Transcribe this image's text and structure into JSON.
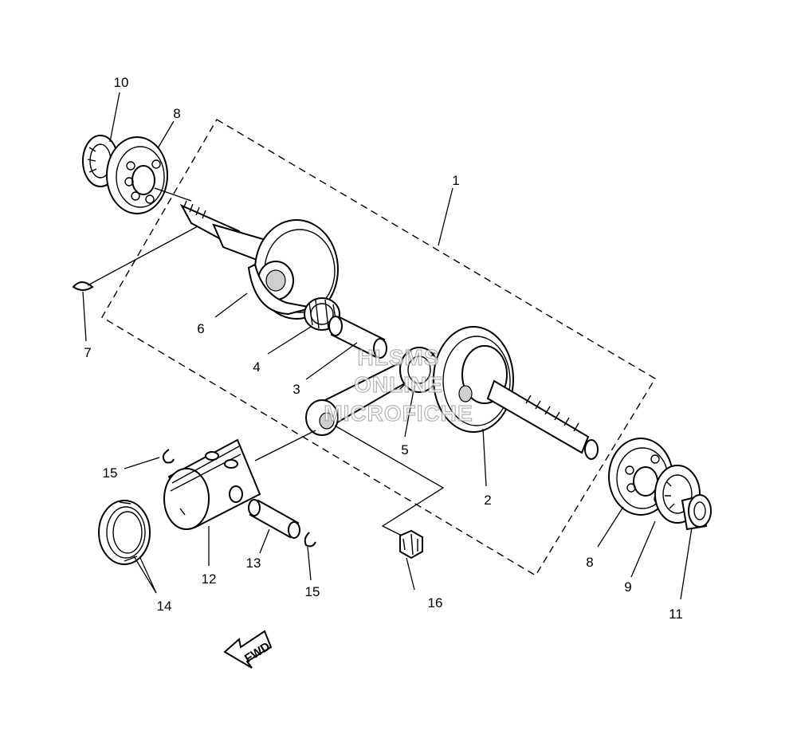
{
  "diagram": {
    "callouts": [
      "1",
      "2",
      "3",
      "4",
      "5",
      "6",
      "7",
      "8",
      "9",
      "10",
      "11",
      "12",
      "13",
      "14",
      "15",
      "16"
    ],
    "labels": {
      "n1": "1",
      "n2": "2",
      "n3": "3",
      "n4": "4",
      "n5": "5",
      "n6": "6",
      "n7": "7",
      "n8a": "8",
      "n8b": "8",
      "n9": "9",
      "n10": "10",
      "n11": "11",
      "n12": "12",
      "n13": "13",
      "n14": "14",
      "n15a": "15",
      "n15b": "15",
      "n16": "16"
    },
    "fwd_label": "FWD",
    "watermark": [
      "HLSMS",
      "ONLINE",
      "MICROFICHE"
    ]
  }
}
